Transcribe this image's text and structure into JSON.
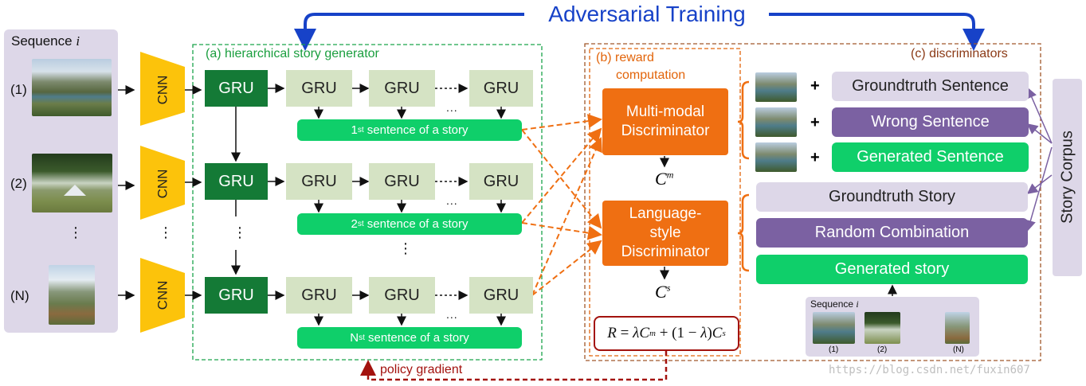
{
  "title": "Adversarial Training",
  "sequence": {
    "label": "Sequence",
    "var": "i",
    "items": [
      "(1)",
      "(2)",
      "(N)"
    ],
    "vdots": "⋮"
  },
  "cnn_label": "CNN",
  "generator": {
    "title": "(a) hierarchical story generator",
    "gru_label": "GRU",
    "sentences": [
      {
        "num": "1",
        "sup": "st",
        "rest": " sentence of a story"
      },
      {
        "num": "2",
        "sup": "st",
        "rest": " sentence of a story"
      },
      {
        "num": "N",
        "sup": "st",
        "rest": " sentence of a story"
      }
    ],
    "ellipsis": "...",
    "vdots": "⋮"
  },
  "reward": {
    "title_line1": "(b) reward",
    "title_line2": "computation",
    "mm_disc": [
      "Multi-modal",
      "Discriminator"
    ],
    "ls_disc": [
      "Language-",
      "style",
      "Discriminator"
    ],
    "cm_base": "C",
    "cm_sup": "m",
    "cs_base": "C",
    "cs_sup": "s",
    "formula": {
      "r": "R",
      "eq": " = ",
      "lambda": "λ",
      "c": "C",
      "m": "m",
      "plus": " + (1 − ",
      "close": ")",
      "s": "s"
    }
  },
  "discriminators": {
    "title": "(c) discriminators",
    "plus": "+",
    "groundtruth_sentence": "Groundtruth Sentence",
    "wrong_sentence": "Wrong Sentence",
    "generated_sentence": "Generated Sentence",
    "groundtruth_story": "Groundtruth Story",
    "random_combination": "Random Combination",
    "generated_story": "Generated story"
  },
  "mini_sequence": {
    "label": "Sequence",
    "var": "i",
    "items": [
      "(1)",
      "(2)",
      "(N)"
    ],
    "dots": "· · · ·"
  },
  "story_corpus": "Story Corpus",
  "policy_gradient": "policy gradient",
  "watermark": "https://blog.csdn.net/fuxin607",
  "colors": {
    "blue": "#1742c8",
    "gru_dark": "#147a36",
    "gru_light": "#d5e3c4",
    "green": "#0fcf6a",
    "orange": "#ef6f12",
    "purple": "#7b61a2",
    "lavender": "#ddd7e8",
    "cnn_yellow": "#fcc30b",
    "dark_red": "#a3120e"
  }
}
